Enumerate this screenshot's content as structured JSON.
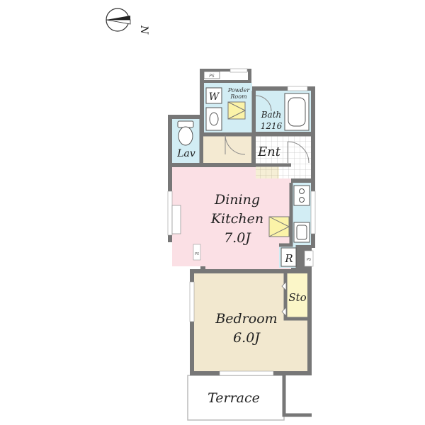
{
  "compass": {
    "north_label": "N"
  },
  "rooms": {
    "dining_kitchen": {
      "line1": "Dining",
      "line2": "Kitchen",
      "size": "7.0J"
    },
    "bedroom": {
      "line1": "Bedroom",
      "size": "6.0J"
    },
    "terrace": {
      "label": "Terrace"
    },
    "bath": {
      "line1": "Bath",
      "line2": "1216"
    },
    "powder_room": {
      "line1": "Powder",
      "line2": "Room"
    },
    "entrance": {
      "label": "Ent"
    },
    "lavatory": {
      "label": "Lav"
    },
    "washer": {
      "label": "W"
    },
    "refrigerator": {
      "label": "R"
    },
    "storage": {
      "label": "Sto"
    }
  },
  "markers": {
    "ps_label": "PS"
  },
  "colors": {
    "wall": "#777777",
    "dining_kitchen": "#fbe0e5",
    "bedroom": "#f2e8cf",
    "wet_area": "#d2edf4",
    "corridor": "#f4ead2",
    "storage": "#fbf6c8",
    "entrance_tile": "#ffffff",
    "terrace": "#ffffff"
  }
}
